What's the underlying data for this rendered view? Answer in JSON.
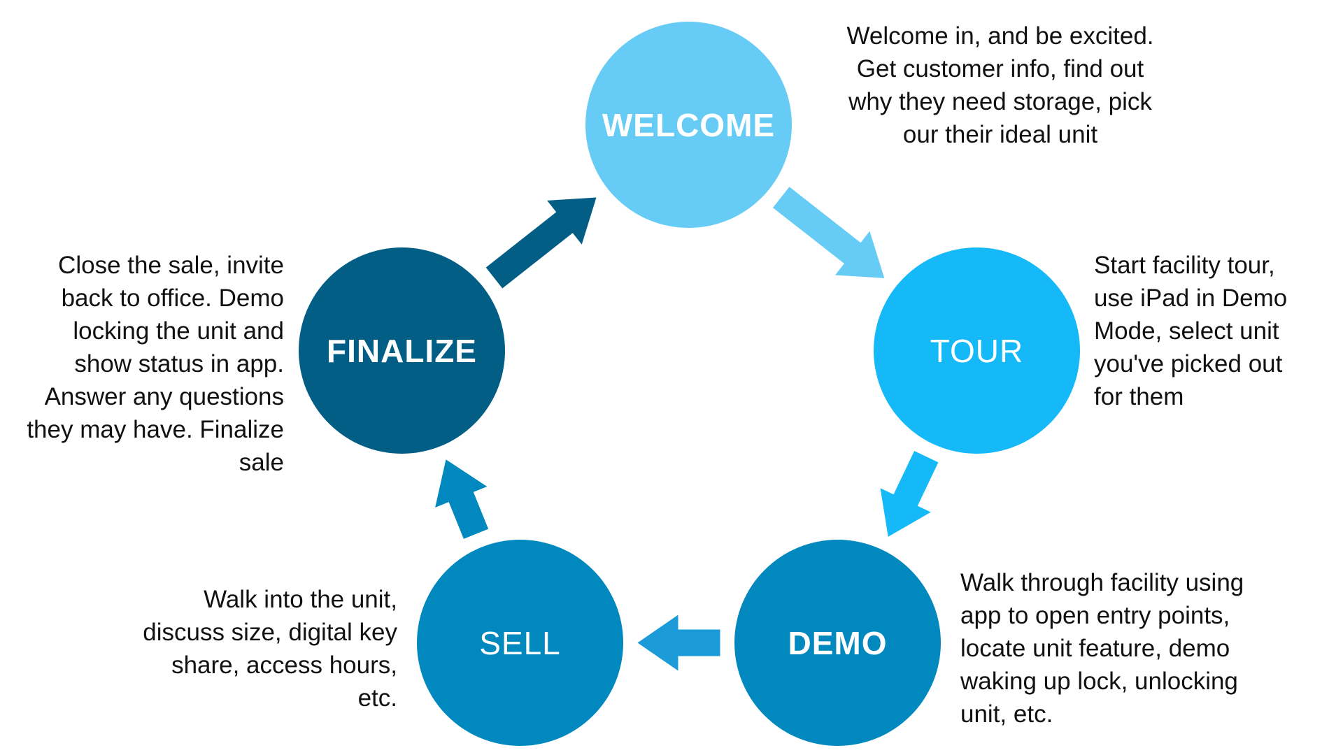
{
  "steps": {
    "welcome": {
      "label": "WELCOME",
      "color": "#66CCF5",
      "description": [
        "Welcome in,  and be excited.",
        "Get customer info, find out",
        "why they need storage, pick",
        "our their ideal unit"
      ]
    },
    "tour": {
      "label": "TOUR",
      "color": "#15B9F7",
      "description": [
        "Start facility tour,",
        "use iPad in Demo",
        "Mode, select unit",
        "you've picked out",
        "for them"
      ]
    },
    "demo": {
      "label": "DEMO",
      "color": "#0189BF",
      "description": [
        "Walk through facility using",
        "app to open entry points,",
        "locate unit feature, demo",
        "waking up lock, unlocking",
        "unit, etc."
      ]
    },
    "sell": {
      "label": "SELL",
      "color": "#0189BF",
      "description": [
        "Walk into the unit,",
        "discuss size, digital key",
        "share, access hours,",
        "etc."
      ]
    },
    "finalize": {
      "label": "FINALIZE",
      "color": "#035E85",
      "description": [
        "Close the sale, invite",
        "back to office. Demo",
        "locking the unit and",
        "show status in app.",
        "Answer any questions",
        "they may have. Finalize",
        "sale"
      ]
    }
  },
  "arrows": [
    {
      "from": "welcome",
      "to": "tour",
      "color": "#66CCF5"
    },
    {
      "from": "tour",
      "to": "demo",
      "color": "#15B9F7"
    },
    {
      "from": "demo",
      "to": "sell",
      "color": "#1B9CD8"
    },
    {
      "from": "sell",
      "to": "finalize",
      "color": "#0189BF"
    },
    {
      "from": "finalize",
      "to": "welcome",
      "color": "#035E85"
    }
  ]
}
